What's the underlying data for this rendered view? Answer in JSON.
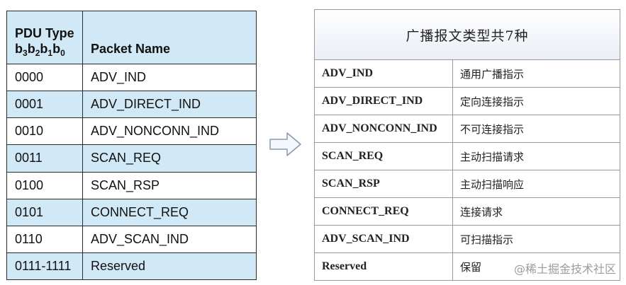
{
  "left_table": {
    "header": {
      "col1_line1": "PDU Type",
      "col1_bits": [
        {
          "b": "b",
          "s": "3"
        },
        {
          "b": "b",
          "s": "2"
        },
        {
          "b": "b",
          "s": "1"
        },
        {
          "b": "b",
          "s": "0"
        }
      ],
      "col2": "Packet Name"
    },
    "rows": [
      {
        "code": "0000",
        "name": "ADV_IND"
      },
      {
        "code": "0001",
        "name": "ADV_DIRECT_IND"
      },
      {
        "code": "0010",
        "name": "ADV_NONCONN_IND"
      },
      {
        "code": "0011",
        "name": "SCAN_REQ"
      },
      {
        "code": "0100",
        "name": "SCAN_RSP"
      },
      {
        "code": "0101",
        "name": "CONNECT_REQ"
      },
      {
        "code": "0110",
        "name": "ADV_SCAN_IND"
      },
      {
        "code": "0111-1111",
        "name": "Reserved"
      }
    ]
  },
  "right_table": {
    "title": "广播报文类型共7种",
    "rows": [
      {
        "name": "ADV_IND",
        "desc": "通用广播指示"
      },
      {
        "name": "ADV_DIRECT_IND",
        "desc": "定向连接指示"
      },
      {
        "name": "ADV_NONCONN_IND",
        "desc": "不可连接指示"
      },
      {
        "name": "SCAN_REQ",
        "desc": "主动扫描请求"
      },
      {
        "name": "SCAN_RSP",
        "desc": "主动扫描响应"
      },
      {
        "name": "CONNECT_REQ",
        "desc": "连接请求"
      },
      {
        "name": "ADV_SCAN_IND",
        "desc": "可扫描指示"
      },
      {
        "name": "Reserved",
        "desc": "保留"
      }
    ]
  },
  "watermark": "@稀土掘金技术社区",
  "colors": {
    "header_bg": "#d1e8f6",
    "border": "#2a2a2a"
  }
}
